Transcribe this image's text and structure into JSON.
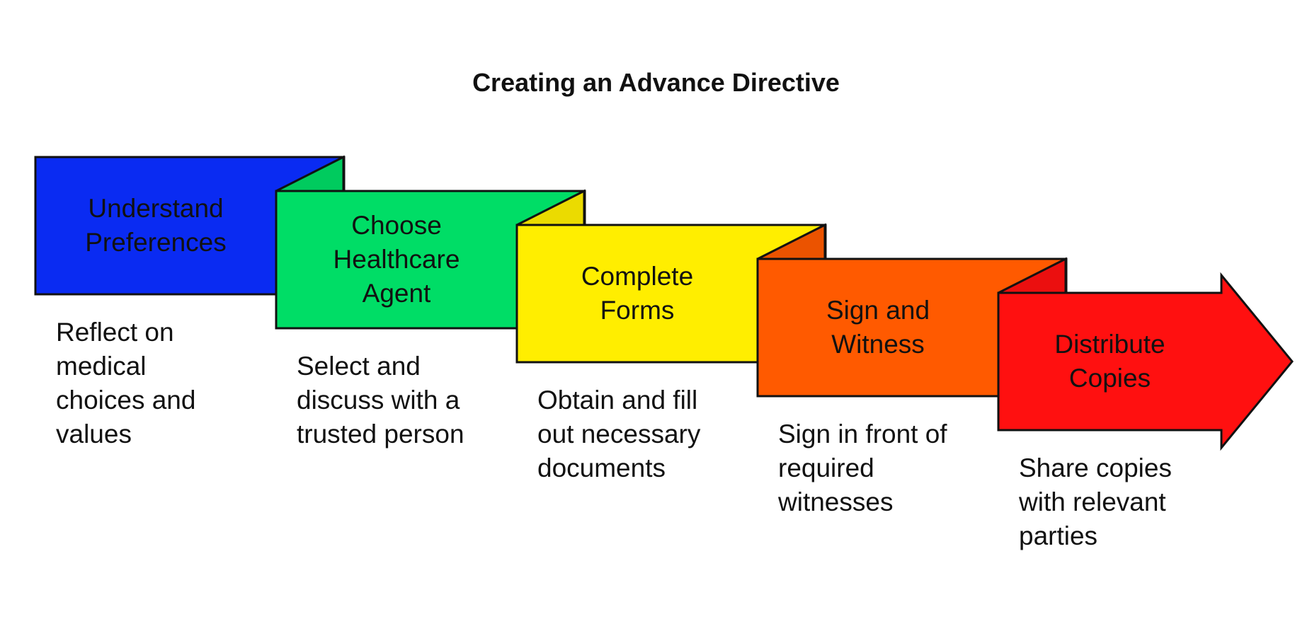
{
  "title": "Creating an Advance Directive",
  "steps": [
    {
      "label_lines": [
        "Understand",
        "Preferences"
      ],
      "description_lines": [
        "Reflect on",
        "medical",
        "choices and",
        "values"
      ],
      "color": "#0A2BF2"
    },
    {
      "label_lines": [
        "Choose",
        "Healthcare",
        "Agent"
      ],
      "description_lines": [
        "Select and",
        "discuss with a",
        "trusted person"
      ],
      "color": "#00DD66"
    },
    {
      "label_lines": [
        "Complete",
        "Forms"
      ],
      "description_lines": [
        "Obtain and fill",
        "out necessary",
        "documents"
      ],
      "color": "#FFEE00"
    },
    {
      "label_lines": [
        "Sign and",
        "Witness"
      ],
      "description_lines": [
        "Sign in front of",
        "required",
        "witnesses"
      ],
      "color": "#FF5A00"
    },
    {
      "label_lines": [
        "Distribute",
        "Copies"
      ],
      "description_lines": [
        "Share copies",
        "with relevant",
        "parties"
      ],
      "color": "#FF1010"
    }
  ]
}
